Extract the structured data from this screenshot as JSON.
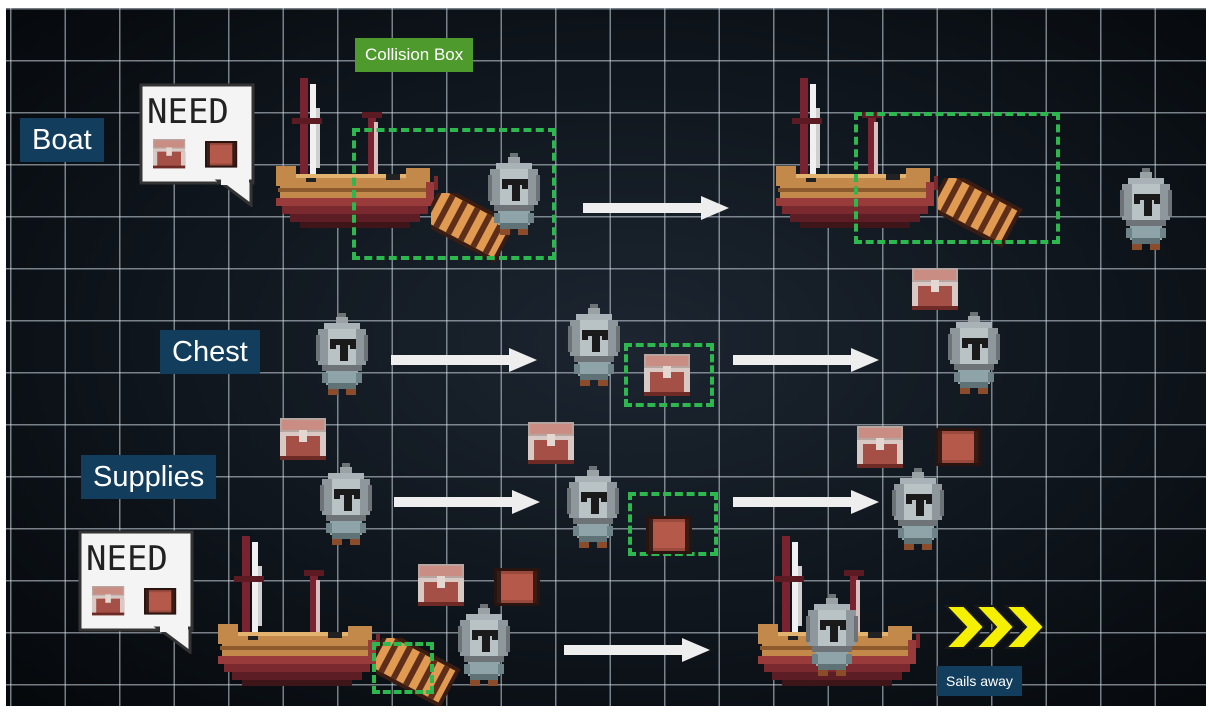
{
  "labels": {
    "boat": "Boat",
    "chest": "Chest",
    "supplies": "Supplies",
    "collision_box": "Collision Box",
    "sails_away": "Sails away"
  },
  "speech": {
    "need": "NEED"
  },
  "colors": {
    "label_bg": "#123d5c",
    "collision_label_bg": "#4e9a2c",
    "dashed_box": "#2db84f",
    "arrow": "#eeeeee",
    "chevron": "#f5f000",
    "grid": "#c8d2dc",
    "background": "#111820"
  },
  "icons": [
    "knight-icon",
    "boat-icon",
    "chest-icon",
    "supply-crate-icon",
    "ramp-icon",
    "arrow-right-icon",
    "chevron-right-icon",
    "speech-bubble"
  ]
}
